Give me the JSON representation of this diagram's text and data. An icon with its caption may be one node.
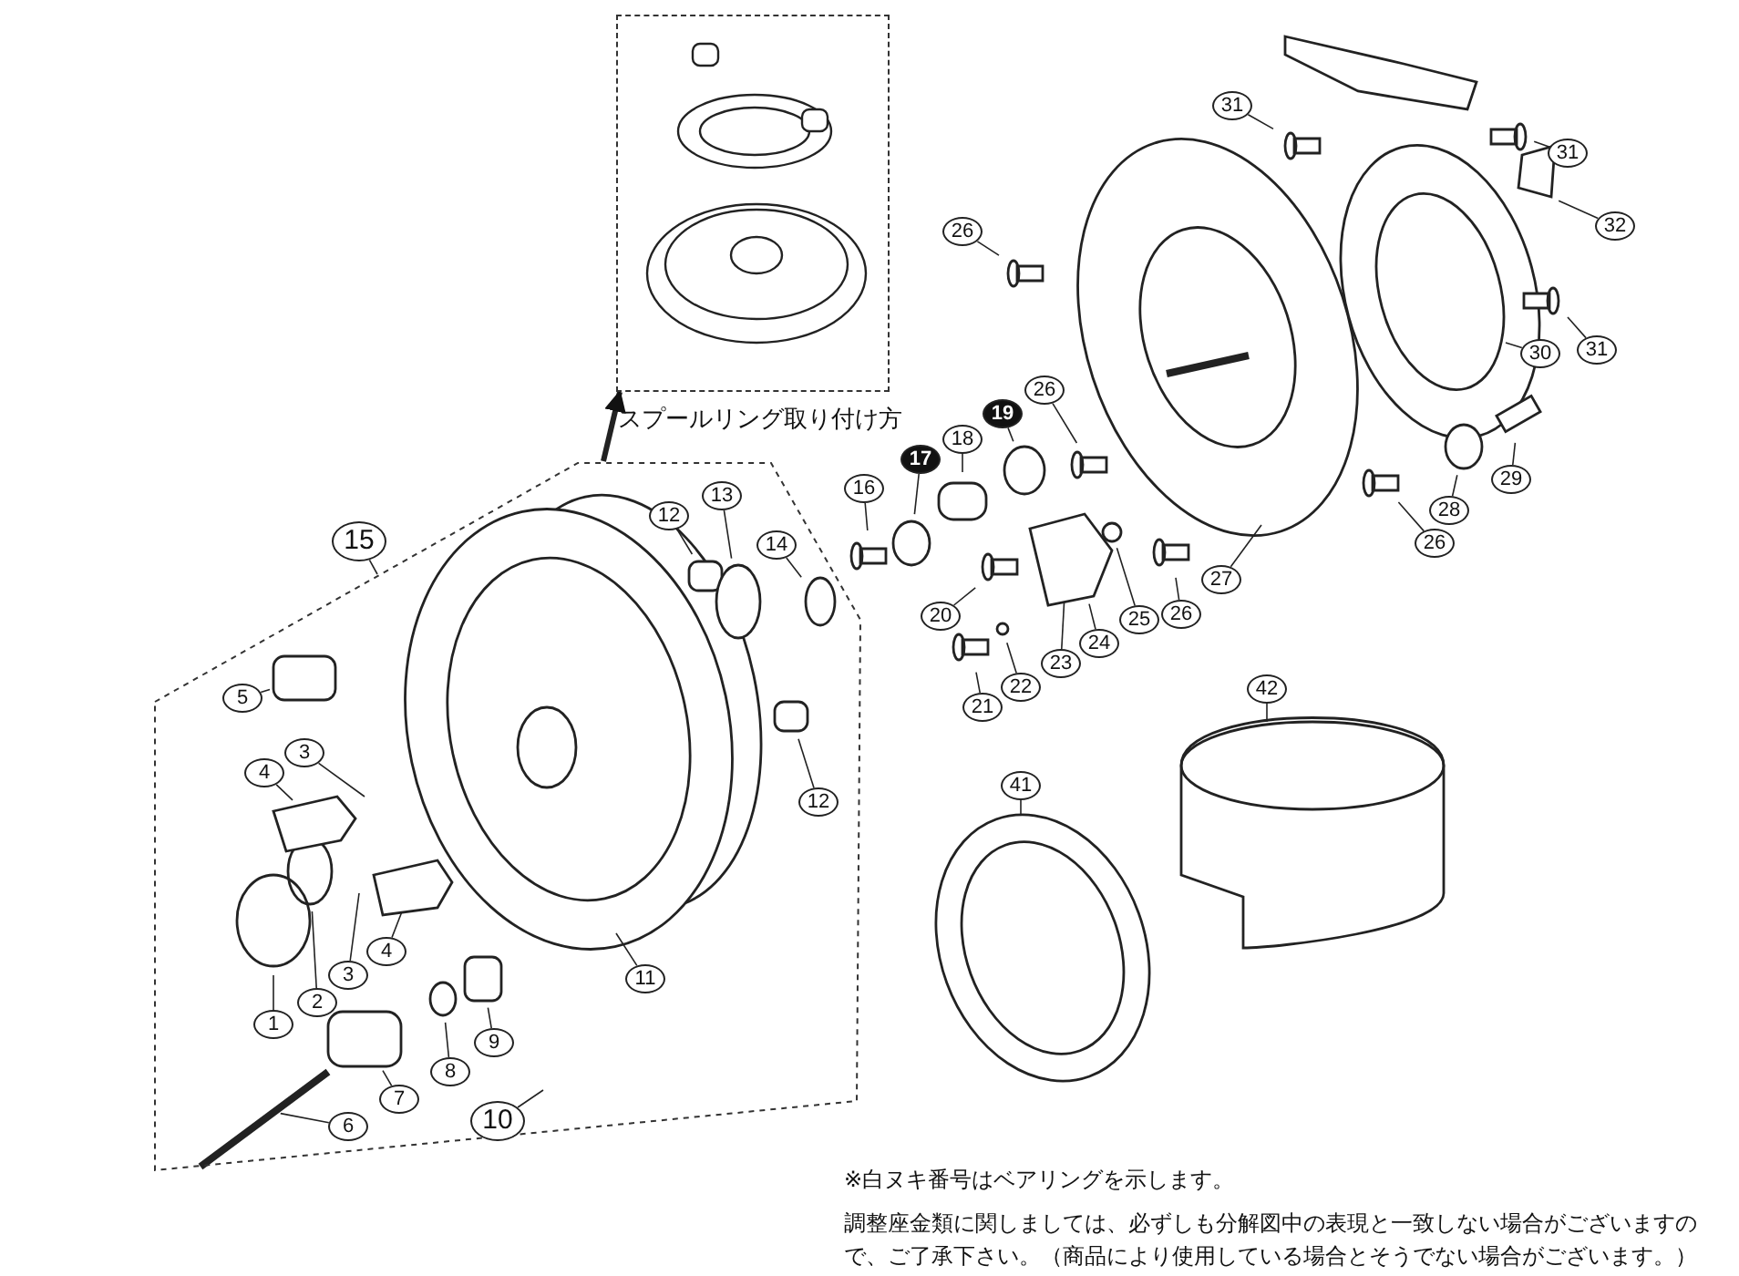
{
  "diagram": {
    "nodes": [
      {
        "text": [
          "スプールリング取り付け方"
        ]
      },
      {
        "text": [
          "15"
        ]
      },
      {
        "text": [],
        "shape": "box"
      },
      {
        "text": [
          "1"
        ],
        "in": 2
      },
      {
        "text": [
          "2"
        ],
        "in": 2
      },
      {
        "text": [
          "3"
        ],
        "in": 2
      },
      {
        "text": [
          "4"
        ],
        "in": 2
      },
      {
        "text": [
          "3"
        ],
        "in": 2
      },
      {
        "text": [
          "4"
        ],
        "in": 2
      },
      {
        "text": [
          "5"
        ],
        "in": 2
      },
      {
        "text": [
          "6"
        ],
        "in": 2
      },
      {
        "text": [
          "7"
        ],
        "in": 2
      },
      {
        "text": [
          "8"
        ],
        "in": 2
      },
      {
        "text": [
          "9"
        ],
        "in": 2
      },
      {
        "text": [
          "10"
        ],
        "in": 2
      },
      {
        "text": [
          "11"
        ],
        "in": 2
      },
      {
        "text": [
          "12"
        ],
        "in": 2
      },
      {
        "text": [
          "12"
        ],
        "in": 2
      },
      {
        "text": [
          "13"
        ],
        "in": 2
      },
      {
        "text": [
          "14"
        ],
        "in": 2
      },
      {
        "text": [
          "16"
        ]
      },
      {
        "text": [
          "17"
        ]
      },
      {
        "text": [
          "18"
        ]
      },
      {
        "text": [
          "19"
        ]
      },
      {
        "text": [
          "20"
        ]
      },
      {
        "text": [
          "21"
        ]
      },
      {
        "text": [
          "22"
        ]
      },
      {
        "text": [
          "23"
        ]
      },
      {
        "text": [
          "24"
        ]
      },
      {
        "text": [
          "25"
        ]
      },
      {
        "text": [
          "26"
        ]
      },
      {
        "text": [
          "26"
        ]
      },
      {
        "text": [
          "26"
        ]
      },
      {
        "text": [
          "26"
        ]
      },
      {
        "text": [
          "27"
        ]
      },
      {
        "text": [
          "28"
        ]
      },
      {
        "text": [
          "29"
        ]
      },
      {
        "text": [
          "30"
        ]
      },
      {
        "text": [
          "31"
        ]
      },
      {
        "text": [
          "31"
        ]
      },
      {
        "text": [
          "31"
        ]
      },
      {
        "text": [
          "32"
        ]
      },
      {
        "text": [
          "41"
        ]
      },
      {
        "text": [
          "42"
        ]
      }
    ],
    "edges": [
      {
        "from": 2,
        "to": 0,
        "arrow": "to",
        "style": "thick"
      },
      {
        "from": 1,
        "to": 2,
        "arrow": "none"
      },
      {
        "from": 3,
        "to": null,
        "arrow": "none"
      },
      {
        "from": 4,
        "to": null,
        "arrow": "none"
      },
      {
        "from": 5,
        "to": null,
        "arrow": "none"
      },
      {
        "from": 6,
        "to": null,
        "arrow": "none"
      },
      {
        "from": 7,
        "to": null,
        "arrow": "none"
      },
      {
        "from": 8,
        "to": null,
        "arrow": "none"
      },
      {
        "from": 9,
        "to": null,
        "arrow": "none"
      },
      {
        "from": 10,
        "to": null,
        "arrow": "none"
      },
      {
        "from": 11,
        "to": null,
        "arrow": "none"
      },
      {
        "from": 12,
        "to": null,
        "arrow": "none"
      },
      {
        "from": 13,
        "to": null,
        "arrow": "none"
      },
      {
        "from": 14,
        "to": null,
        "arrow": "none"
      },
      {
        "from": 15,
        "to": null,
        "arrow": "none"
      },
      {
        "from": 16,
        "to": null,
        "arrow": "none"
      },
      {
        "from": 17,
        "to": null,
        "arrow": "none"
      },
      {
        "from": 18,
        "to": null,
        "arrow": "none"
      },
      {
        "from": 19,
        "to": null,
        "arrow": "none"
      },
      {
        "from": 20,
        "to": null,
        "arrow": "none"
      },
      {
        "from": 21,
        "to": null,
        "arrow": "none"
      },
      {
        "from": 22,
        "to": null,
        "arrow": "none"
      },
      {
        "from": 23,
        "to": null,
        "arrow": "none"
      },
      {
        "from": 24,
        "to": null,
        "arrow": "none"
      },
      {
        "from": 25,
        "to": null,
        "arrow": "none"
      },
      {
        "from": 26,
        "to": null,
        "arrow": "none"
      },
      {
        "from": 27,
        "to": null,
        "arrow": "none"
      },
      {
        "from": 28,
        "to": null,
        "arrow": "none"
      },
      {
        "from": 29,
        "to": null,
        "arrow": "none"
      },
      {
        "from": 30,
        "to": null,
        "arrow": "none"
      },
      {
        "from": 31,
        "to": null,
        "arrow": "none"
      },
      {
        "from": 32,
        "to": null,
        "arrow": "none"
      },
      {
        "from": 33,
        "to": null,
        "arrow": "none"
      },
      {
        "from": 34,
        "to": null,
        "arrow": "none"
      },
      {
        "from": 35,
        "to": null,
        "arrow": "none"
      },
      {
        "from": 36,
        "to": null,
        "arrow": "none"
      },
      {
        "from": 37,
        "to": null,
        "arrow": "none"
      },
      {
        "from": 38,
        "to": null,
        "arrow": "none"
      },
      {
        "from": 39,
        "to": null,
        "arrow": "none"
      },
      {
        "from": 40,
        "to": null,
        "arrow": "none"
      },
      {
        "from": 41,
        "to": null,
        "arrow": "none"
      },
      {
        "from": 42,
        "to": null,
        "arrow": "none"
      },
      {
        "from": 43,
        "to": null,
        "arrow": "none"
      }
    ],
    "labels": [
      "※白ヌキ番号はベアリングを示します。",
      "調整座金類に関しましては、必ずしも分解図中の表現と一致しない場合がございますので、ご了承下さい。（商品により使用している場合とそうでない場合がございます。）"
    ]
  }
}
